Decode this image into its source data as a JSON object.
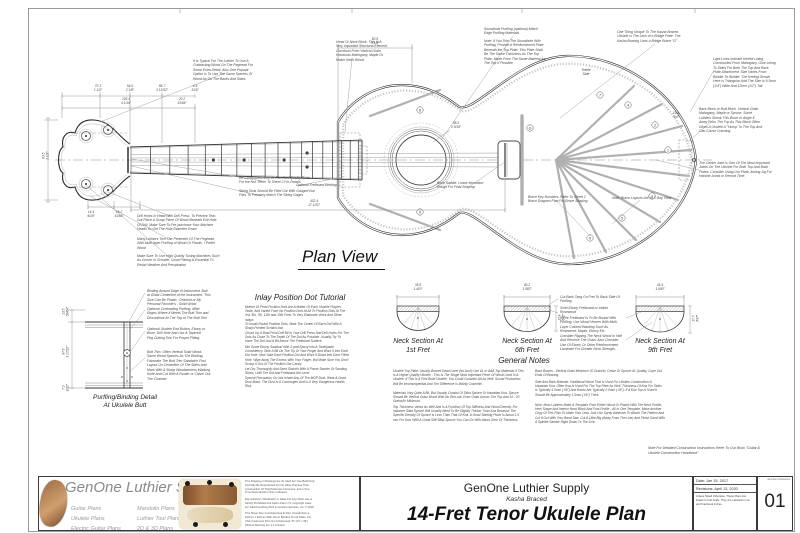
{
  "plan": {
    "view_label": "Plan View",
    "treble_side": "Treble\nSide"
  },
  "ann": {
    "peghead_wood": "It Is Typical For The Luthier To Use A Contrasting Wood On The Peghead For Some Extra Detail. Also One Popular Option Is To Use The Same Species Of Wood As On The Backs And Sides.",
    "neck_block": "Head Or Neck Block. This Is A Very Important Structural Element. Construct From Vertical Grain Honduras Mahogany, Maple Or Match Neck Wood.",
    "soundhole_purfling": "Soundhole Purfling (optional) Match Edge Purfling Materials",
    "soundhole_note": "Note: If You Trim The Soundhole With Purfling, Provide A Reinforcement Plate Beneath the Top Plate. This Plate Shall Be The Same Thickness As The Top Plate, Made From The Same Material As The Top If Possible",
    "kasha_unique": "One Thing Unique To The Kasha Braced Ukulele Is The Lack of a Bridge Plate. The Kasha Bracing Uses a Bridge Brace \"G\"",
    "kerfed_lining": "Light Lines Indicate Kerfed Lining Constructed From Mahogany. Glue Lining To Sides For Both The Top And Back Plate Attachment. Size Varies From Builder To Builder. The Kerfing Shown Here Is Triangular And The Size Is 6.3mm (1/4\") Wide And 12mm (1/2\") Tall.",
    "back_block": "Back Block or Butt Block. Vertical Grain Mahogany, Maple or Spruce. Some Luthiers Shrink This Block or Angle It Away From The Top As This Block Often Gives A Ukulele A \"Hump\" In The Top And Can Cause Cracking.",
    "center_joint": "The Center Joint Is One Of The Most Important Joints On The Ukulele For Both Top And Back Plates. Consider Using Our Plate Joining Jig For Hairline Joints In Record Time.",
    "nut_material": "Re-Constituted Ivory Or Excellent Quality Bone For the Nut. Refer To Sheet 2 For Details",
    "string_slots": "String Slots Should Be Filed Out With Gauged Nut Files To Precisely Match The String Gages",
    "fretboard_binding": "Optional Fretboard Binding",
    "drill_holes": "Drill Holes In Head With Drill Press. To Prevent Tear-Out Place A Scrap Piece Of Wood Beneath Exit Hole Of Drill. Make Sure To Pre-purchase Your Machine Heads To Get The Hole Diameter Exact",
    "peghead_purfling": "Many Luthiers Trim The Perimeter Of The Peghead With Multi-layer Purfling of Wood Or Plastic, I Prefer Wood",
    "tuning_machines": "Make Sure To Use High Quality Tuning Machines Such As Grover or Schaller. Good Plating is Essential To Resist Weather And Perspiration",
    "saddle": "Bone Saddle. Leave Intonation Rough For Final Shaping",
    "brace_key": "Brace Key Numbers. Refer To Sheet 2 Brace Diagram Plan For Brace Shaping",
    "xray": "Note: Brace Layouts Are In X-Ray View",
    "fret_tang": "Cut Back Tang On Fret To Back Side Of Purfling",
    "fretboard_wood": "Solid Ebony Fretboard or Indian Rosewood",
    "fretboard_bound": "If The Fretboard Is To Be Bound With Purfling, Use Wood Veneer With Multi-Layer Colored Banding Such As Rosewood, Maple, Ebony Etc.",
    "neck_rip": "Consider Ripping The Neck Wood In Half And Reverse The Grain. Also Consider Use Of Ebony Or Other Reinforcement Laminate For Greater Neck Strength."
  },
  "inlay": {
    "title": "Inlay Position Dot Tutorial",
    "p1": "Mother Of Pearl Position Dots Are A Matter Of Each Ukulele Players Taste, And Varied From No Position Dots At All To Position Dots At The 3rd, 5th, 7th, 12th and 15th Frets To Very Elaborate Vines And Other Inlays.",
    "p2": "To Install Round Position Dots, Mark The Center Of Each Dot With A Sharp Pointed Scratch Awl.",
    "p3": "Chuck Up A Brad Point Drill Bit In Your Drill Press And Drill Holes For The Dots As Close To The Depth Of The Dot As Possible. Usually Try To Have The Dot Just A Bit Above The Fretboard Surface.",
    "p4": "Mix Some Ebony Sawdust With 2-part Epoxy Into A Toothpaste Consistency. Take A Bit On The Tip Of Your Finger And Work It Into Each Dot Hole. Now Take Each Position Dot And Work It Down Into Each Filled Hole. Wipe Away The Excess With Your Finger, But Make Sure You Don't Scoop It Out Of The Position Dot Cavity.",
    "p5": "Let Dry Thoroughly And Sand Smooth With A Power Sander Or Sanding Sticks, Until The Dot And Fretboard Are Level.",
    "p6": "Special Precaution: Do Not Inhale Any Of The MOP Dust. Wear A Good Dust Mask. The Dust Is A Carcinogen And Is A Very Dangerous Health Risk."
  },
  "sections": {
    "f1": "Neck Section At\n1st Fret",
    "f6": "Neck Section At\n6th Fret",
    "f9": "Neck Section At\n9th Fret"
  },
  "notes": {
    "title": "General Notes",
    "l1": "Ukulele Top Plate: Usually Braced Dead Level (No Arch) Use #1 or AAA Top Materials If This Is A Higher Quality Ukulele - This Is The Single Most Important Piece Of Wood Used In A Ukulele. If This Is A First Build Ukulele, You Could Consider AA As Well. Sound Production Will Be Inconsequential And The Difference Is Mainly Cosmetic.",
    "l2": "Materials Vary Quite A Bit, But Usually Consist Of Sitka Spruce Or Hawaiian Koa. Spruce Should Be Vertical Grain Wood With No Run-out, Even Grain Across The Top And 16 - 20 Grains/In Minimum.",
    "l3": "Top Thickness Varies As Well And Is A Function Of Top Stiffness And Wood Density. For Instance Sitka Spruce Will Usually Need To Be Slightly Thicker Than Koa Because The Specific Density Of Spruce Is Less Than That Of Koa. A Good Starting Place Is About 1.5 mm For Koa. With A Good Stiff Sitka Spruce You Can Go With About 2mm Of Thickness.",
    "r1": "Back Braces - Vertical Grain Minimum 20 Grain/In; Cedar Or Spruce #1 Quality; Cope Out Ends Of Bracing.",
    "r2": "Side And Back Material: Traditional Wood That Is Used For Ukulele Construction Is Hawaiian Koa. Often Koa Is Used For The Top Plate As Well. Thickness Of Koa For Sides Is Typically 1.5mm (.06\") And Backs Are Typically 2.0mm (.08\"). If A Koa Top Is Used It Should Be Approximately 1.5mm (.06\") Thick.",
    "r3": "Note: Most Luthiers Make A Template From Either Wood Or Plastic With The Neck Profile, Heel Shape And Interior Neck Block And Foot Profile - All In One Template. Make Another Copy Of This Plan To Make Your Own. Just Use Spray Adhesive To Attach The Pattern And Cut It Out With Your Band Saw. Cut A Little Big (Away From The Line) And Finish Sand With A Spindle Sander Right Down To The Line."
  },
  "detail": {
    "title": "Purfling/Binding Detail\nAt Ukulele Butt",
    "binding": "Binding Around Edge of Instrument. Butt at Glidal Centerline of the Instrument. This Size Can Be Plastic, Celluloid or My Personal Favorite's - Solid Wood",
    "purfling": "Optional Contrasting Purfling. Miter Edges Where It Meets The Butt Trim and Discontinue At The Top of The Butt Trim",
    "end_button": "Optional Ukulele End Button, Ebony or Bone. Drill Hole And Use A Tapered Peg Cutting Tool For Proper Fitting",
    "butt_trim": "Butt Trim. Often Vertical Solid Wood, Same Wood Species As The Binding. Fabricate The Butt Trim Sandwich First, Layout On Centerline Of The Sides And Mark With A Sharp Woodworkers Marking Knife And Cut With A Router or Chisel Out The Channel"
  },
  "dims": [
    "37.3\n1 1/2″",
    "54.0\n2 1/8″",
    "86.7\n3 13/32″",
    "4.9\n3/16″",
    "103.4\n4 1/16″",
    "20.2\n51/64″",
    "82.8\n3 1/4″",
    "58.3\n2 5/16″",
    "432.4\n17 1/32″",
    "19.1\n3/4″",
    "63.5\n2 1/2″",
    "14.4\n9/16″",
    "16.2\n41/64″",
    "35.8\n1.410″",
    "40.2\n1.583″",
    "41.9\n1.650″",
    "17.4\n.685″",
    "17.7\n.697″",
    "97.6\n3 27/32″",
    "23.5\n59/64″",
    "7.0\n9/32″"
  ],
  "brace_keys": [
    "1",
    "2",
    "3",
    "4",
    "5",
    "6",
    "7",
    "8",
    "9",
    "G"
  ],
  "ref_note": "Note For Detailed Construction Instructions Refer To Our Book \"Guitar & Ukulele Construction Handbook\"",
  "titleblock": {
    "company": "GenOne Luthier Supplies",
    "products": [
      "Guitar Plans",
      "Ukulele Plans",
      "Electric Guitar Plans",
      "Mandolin Plans",
      "Luthier Tool Plans",
      "2D & 3D Plans"
    ],
    "legal1": "This Drawing or Drawings Are To Used For One Build Only And May Be Reproduced For No Other Purpose Than Construction Of That Particular Instrument, and a One Time Reproduction Only is Allowed.",
    "legal2": "Reproduction, Distribution or Sales For Any Other Use is Strictly Prohibited And Falls Under U.S. Copyright Laws. For David Hurd/org KHS & GenOne Services, Inc. © 2020",
    "legal3": "This Sheet Size Is Architectural E Size. Overall Size is 914mm x 610mm With 12mm Borders On All Sides. For USA Customers Print On Architectural \"D\" (24\" x 36\") Without Resizing For 1:1 Printout.",
    "supply": "GenOne Luthier Supply",
    "braced": "Kasha Braced",
    "title": "14-Fret Tenor Ukulele Plan",
    "date": "Date: Jan 15, 2017",
    "revisions": "Revisions: April 13, 2020",
    "scale_note": "Unless Noted Otherwise, These Plans Are Drawn In Full Scale. They Are Labeled In mm and Fractional Inches.",
    "file": "uke14tenorplankasha",
    "sheet_number": "01"
  }
}
